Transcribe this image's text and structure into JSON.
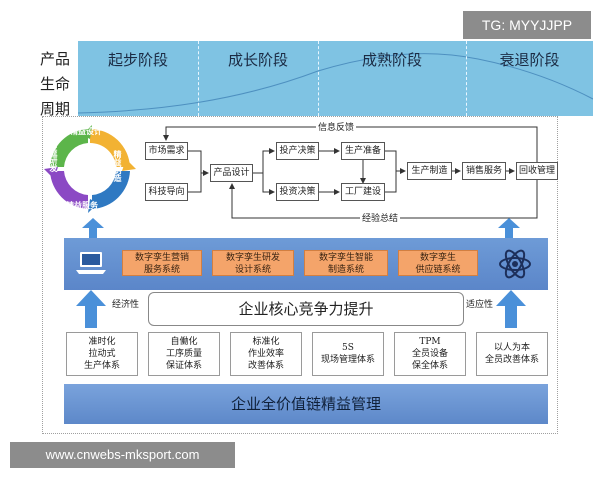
{
  "watermark": "TG: MYYJJPP",
  "website": "www.cnwebs-mksport.com",
  "lifecycle": {
    "label_lines": [
      "产品",
      "生命",
      "周期"
    ],
    "stages": [
      "起步阶段",
      "成长阶段",
      "成熟阶段",
      "衰退阶段"
    ]
  },
  "cycle_wheel": {
    "labels": [
      "精益设计",
      "精益制造",
      "精益研发",
      "精益服务"
    ]
  },
  "flow": {
    "nodes": {
      "market_demand": "市场需求",
      "tech_guide": "科技导向",
      "product_design": "产品设计",
      "invest_decision": "投产决策",
      "capital_decision": "投资决策",
      "production_prep": "生产准备",
      "factory_build": "工厂建设",
      "production": "生产制造",
      "sales_service": "销售服务",
      "recycling": "回收管理"
    },
    "feedback_label": "信息反馈",
    "experience_label": "经验总结"
  },
  "digital_twin": {
    "systems": [
      [
        "数字孪生营销",
        "服务系统"
      ],
      [
        "数字孪生研发",
        "设计系统"
      ],
      [
        "数字孪生智能",
        "制造系统"
      ],
      [
        "数字孪生",
        "供应链系统"
      ]
    ],
    "laptop_icon": "laptop-icon",
    "atom_icon": "atom-icon"
  },
  "core": {
    "title": "企业核心竞争力提升",
    "left_label": "经济性",
    "right_label": "适应性"
  },
  "pillars": [
    [
      "准时化",
      "拉动式",
      "生产体系"
    ],
    [
      "自働化",
      "工序质量",
      "保证体系"
    ],
    [
      "标准化",
      "作业效率",
      "改善体系"
    ],
    [
      "5S",
      "现场管理体系"
    ],
    [
      "TPM",
      "全员设备",
      "保全体系"
    ],
    [
      "以人为本",
      "全员改善体系"
    ]
  ],
  "base": {
    "title": "企业全价值链精益管理"
  },
  "colors": {
    "stage_bar": "#7fc3e3",
    "band_blue": "#5b86c9",
    "twin_orange": "#f4a46a",
    "arrow_blue": "#4a90d9"
  }
}
